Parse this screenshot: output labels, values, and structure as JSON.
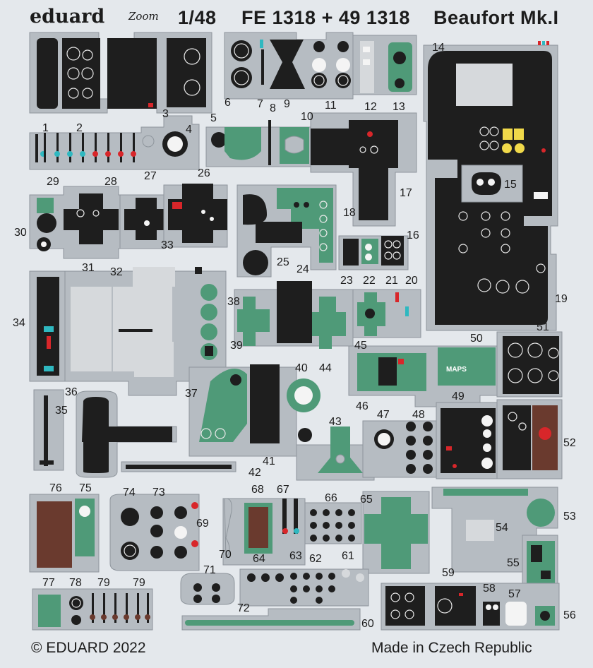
{
  "header": {
    "brand": "eduard",
    "zoom_logo": "Zoom",
    "scale": "1/48",
    "codes": "FE 1318 + 49 1318",
    "model": "Beaufort Mk.I"
  },
  "footer": {
    "copyright": "© EDUARD 2022",
    "origin": "Made in Czech Republic"
  },
  "part_labels": {
    "maps": "MAPS"
  },
  "colors": {
    "sheet": "#e4e8ec",
    "fret": "#b6bcc2",
    "fret_edge": "#8e959c",
    "panel_black": "#1e1e1e",
    "interior_green": "#4f9a78",
    "leather_brown": "#6a3a2e",
    "accent_red": "#d8262a",
    "accent_cyan": "#2fb8c0",
    "accent_yellow": "#f0d94a",
    "light_grey": "#d6d9dc"
  },
  "parts": [
    {
      "n": "1"
    },
    {
      "n": "2"
    },
    {
      "n": "3"
    },
    {
      "n": "4"
    },
    {
      "n": "5"
    },
    {
      "n": "6"
    },
    {
      "n": "7"
    },
    {
      "n": "8"
    },
    {
      "n": "9"
    },
    {
      "n": "10"
    },
    {
      "n": "11"
    },
    {
      "n": "12"
    },
    {
      "n": "13"
    },
    {
      "n": "14"
    },
    {
      "n": "15"
    },
    {
      "n": "16"
    },
    {
      "n": "17"
    },
    {
      "n": "18"
    },
    {
      "n": "19"
    },
    {
      "n": "20"
    },
    {
      "n": "21"
    },
    {
      "n": "22"
    },
    {
      "n": "23"
    },
    {
      "n": "24"
    },
    {
      "n": "25"
    },
    {
      "n": "26"
    },
    {
      "n": "27"
    },
    {
      "n": "28"
    },
    {
      "n": "29"
    },
    {
      "n": "30"
    },
    {
      "n": "31"
    },
    {
      "n": "32"
    },
    {
      "n": "33"
    },
    {
      "n": "34"
    },
    {
      "n": "35"
    },
    {
      "n": "36"
    },
    {
      "n": "37"
    },
    {
      "n": "38"
    },
    {
      "n": "39"
    },
    {
      "n": "40"
    },
    {
      "n": "41"
    },
    {
      "n": "42"
    },
    {
      "n": "43"
    },
    {
      "n": "44"
    },
    {
      "n": "45"
    },
    {
      "n": "46"
    },
    {
      "n": "47"
    },
    {
      "n": "48"
    },
    {
      "n": "49"
    },
    {
      "n": "50"
    },
    {
      "n": "51"
    },
    {
      "n": "52"
    },
    {
      "n": "53"
    },
    {
      "n": "54"
    },
    {
      "n": "55"
    },
    {
      "n": "56"
    },
    {
      "n": "57"
    },
    {
      "n": "58"
    },
    {
      "n": "59"
    },
    {
      "n": "60"
    },
    {
      "n": "61"
    },
    {
      "n": "62"
    },
    {
      "n": "63"
    },
    {
      "n": "64"
    },
    {
      "n": "65"
    },
    {
      "n": "66"
    },
    {
      "n": "67"
    },
    {
      "n": "68"
    },
    {
      "n": "69"
    },
    {
      "n": "70"
    },
    {
      "n": "71"
    },
    {
      "n": "72"
    },
    {
      "n": "73"
    },
    {
      "n": "74"
    },
    {
      "n": "75"
    },
    {
      "n": "76"
    },
    {
      "n": "77"
    },
    {
      "n": "78"
    },
    {
      "n": "79"
    },
    {
      "n": "79"
    }
  ]
}
